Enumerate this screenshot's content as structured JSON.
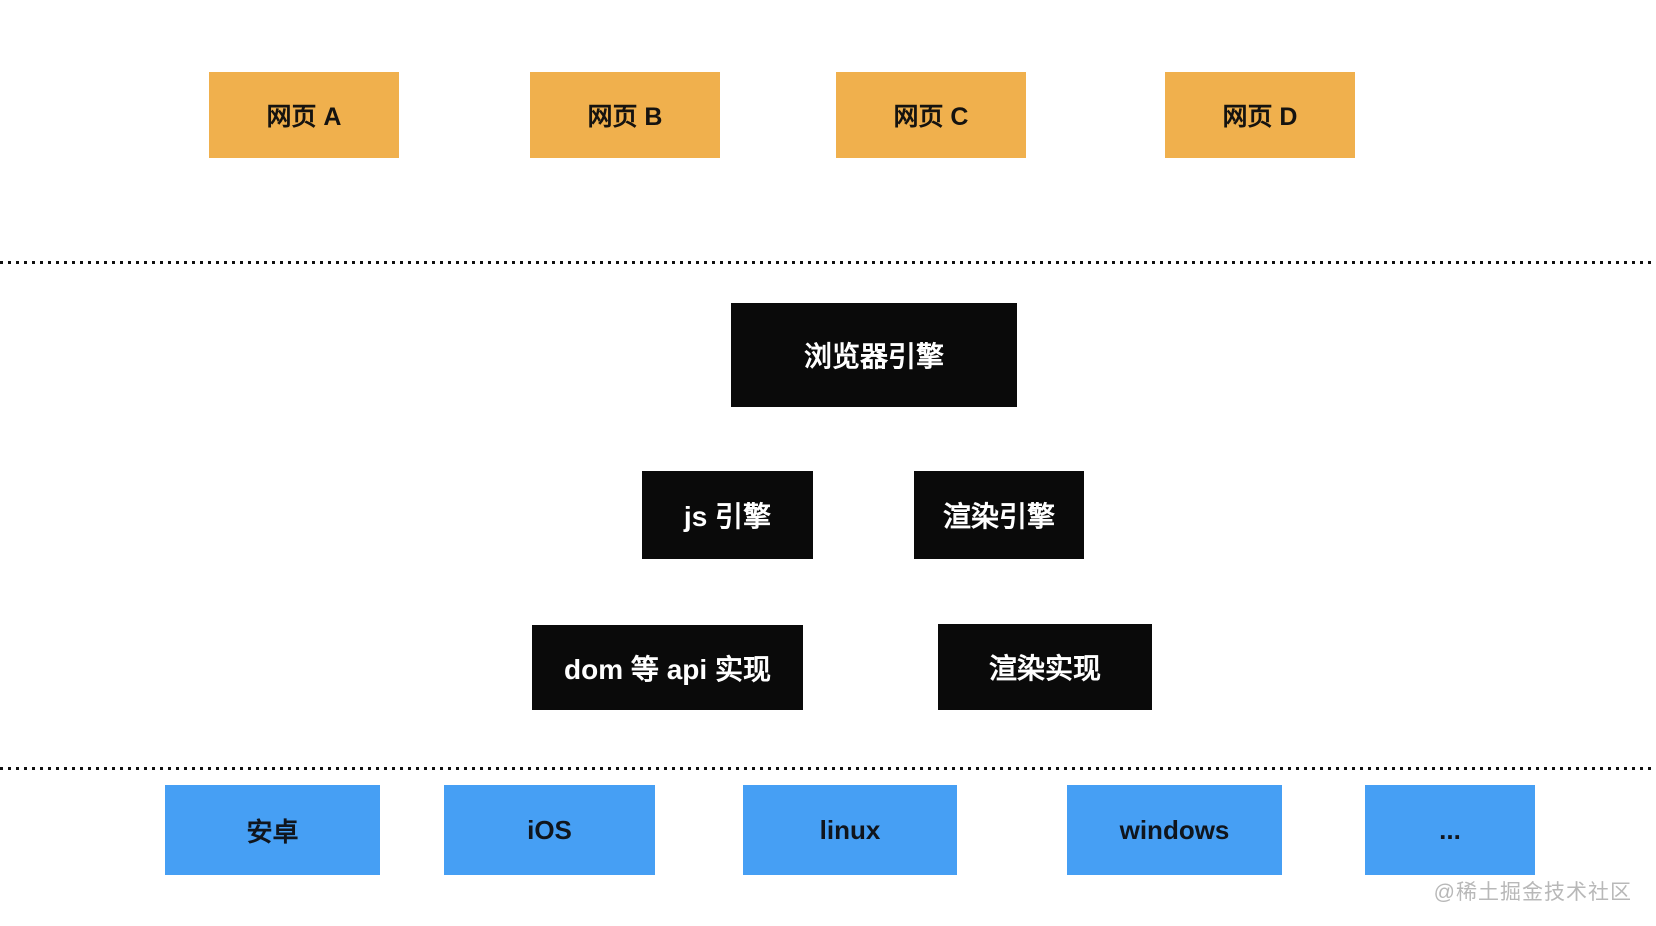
{
  "diagram": {
    "webpage_row": {
      "items": [
        {
          "label": "网页 A"
        },
        {
          "label": "网页 B"
        },
        {
          "label": "网页 C"
        },
        {
          "label": "网页 D"
        }
      ]
    },
    "browser_layer": {
      "browser_engine": "浏览器引擎",
      "js_engine": "js 引擎",
      "render_engine": "渲染引擎",
      "dom_api_impl": "dom 等 api 实现",
      "render_impl": "渲染实现"
    },
    "platform_row": {
      "items": [
        {
          "label": "安卓"
        },
        {
          "label": "iOS"
        },
        {
          "label": "linux"
        },
        {
          "label": "windows"
        },
        {
          "label": "..."
        }
      ]
    }
  },
  "watermark": {
    "text": "@稀土掘金技术社区"
  },
  "colors": {
    "webpage_box": "#f0b04d",
    "engine_box": "#0a0a0a",
    "platform_box": "#469ff4",
    "engine_text": "#ffffff",
    "box_text_dark": "#151310",
    "separator_dots": "#111111",
    "watermark_text": "#b8b8b8",
    "background": "#ffffff"
  }
}
